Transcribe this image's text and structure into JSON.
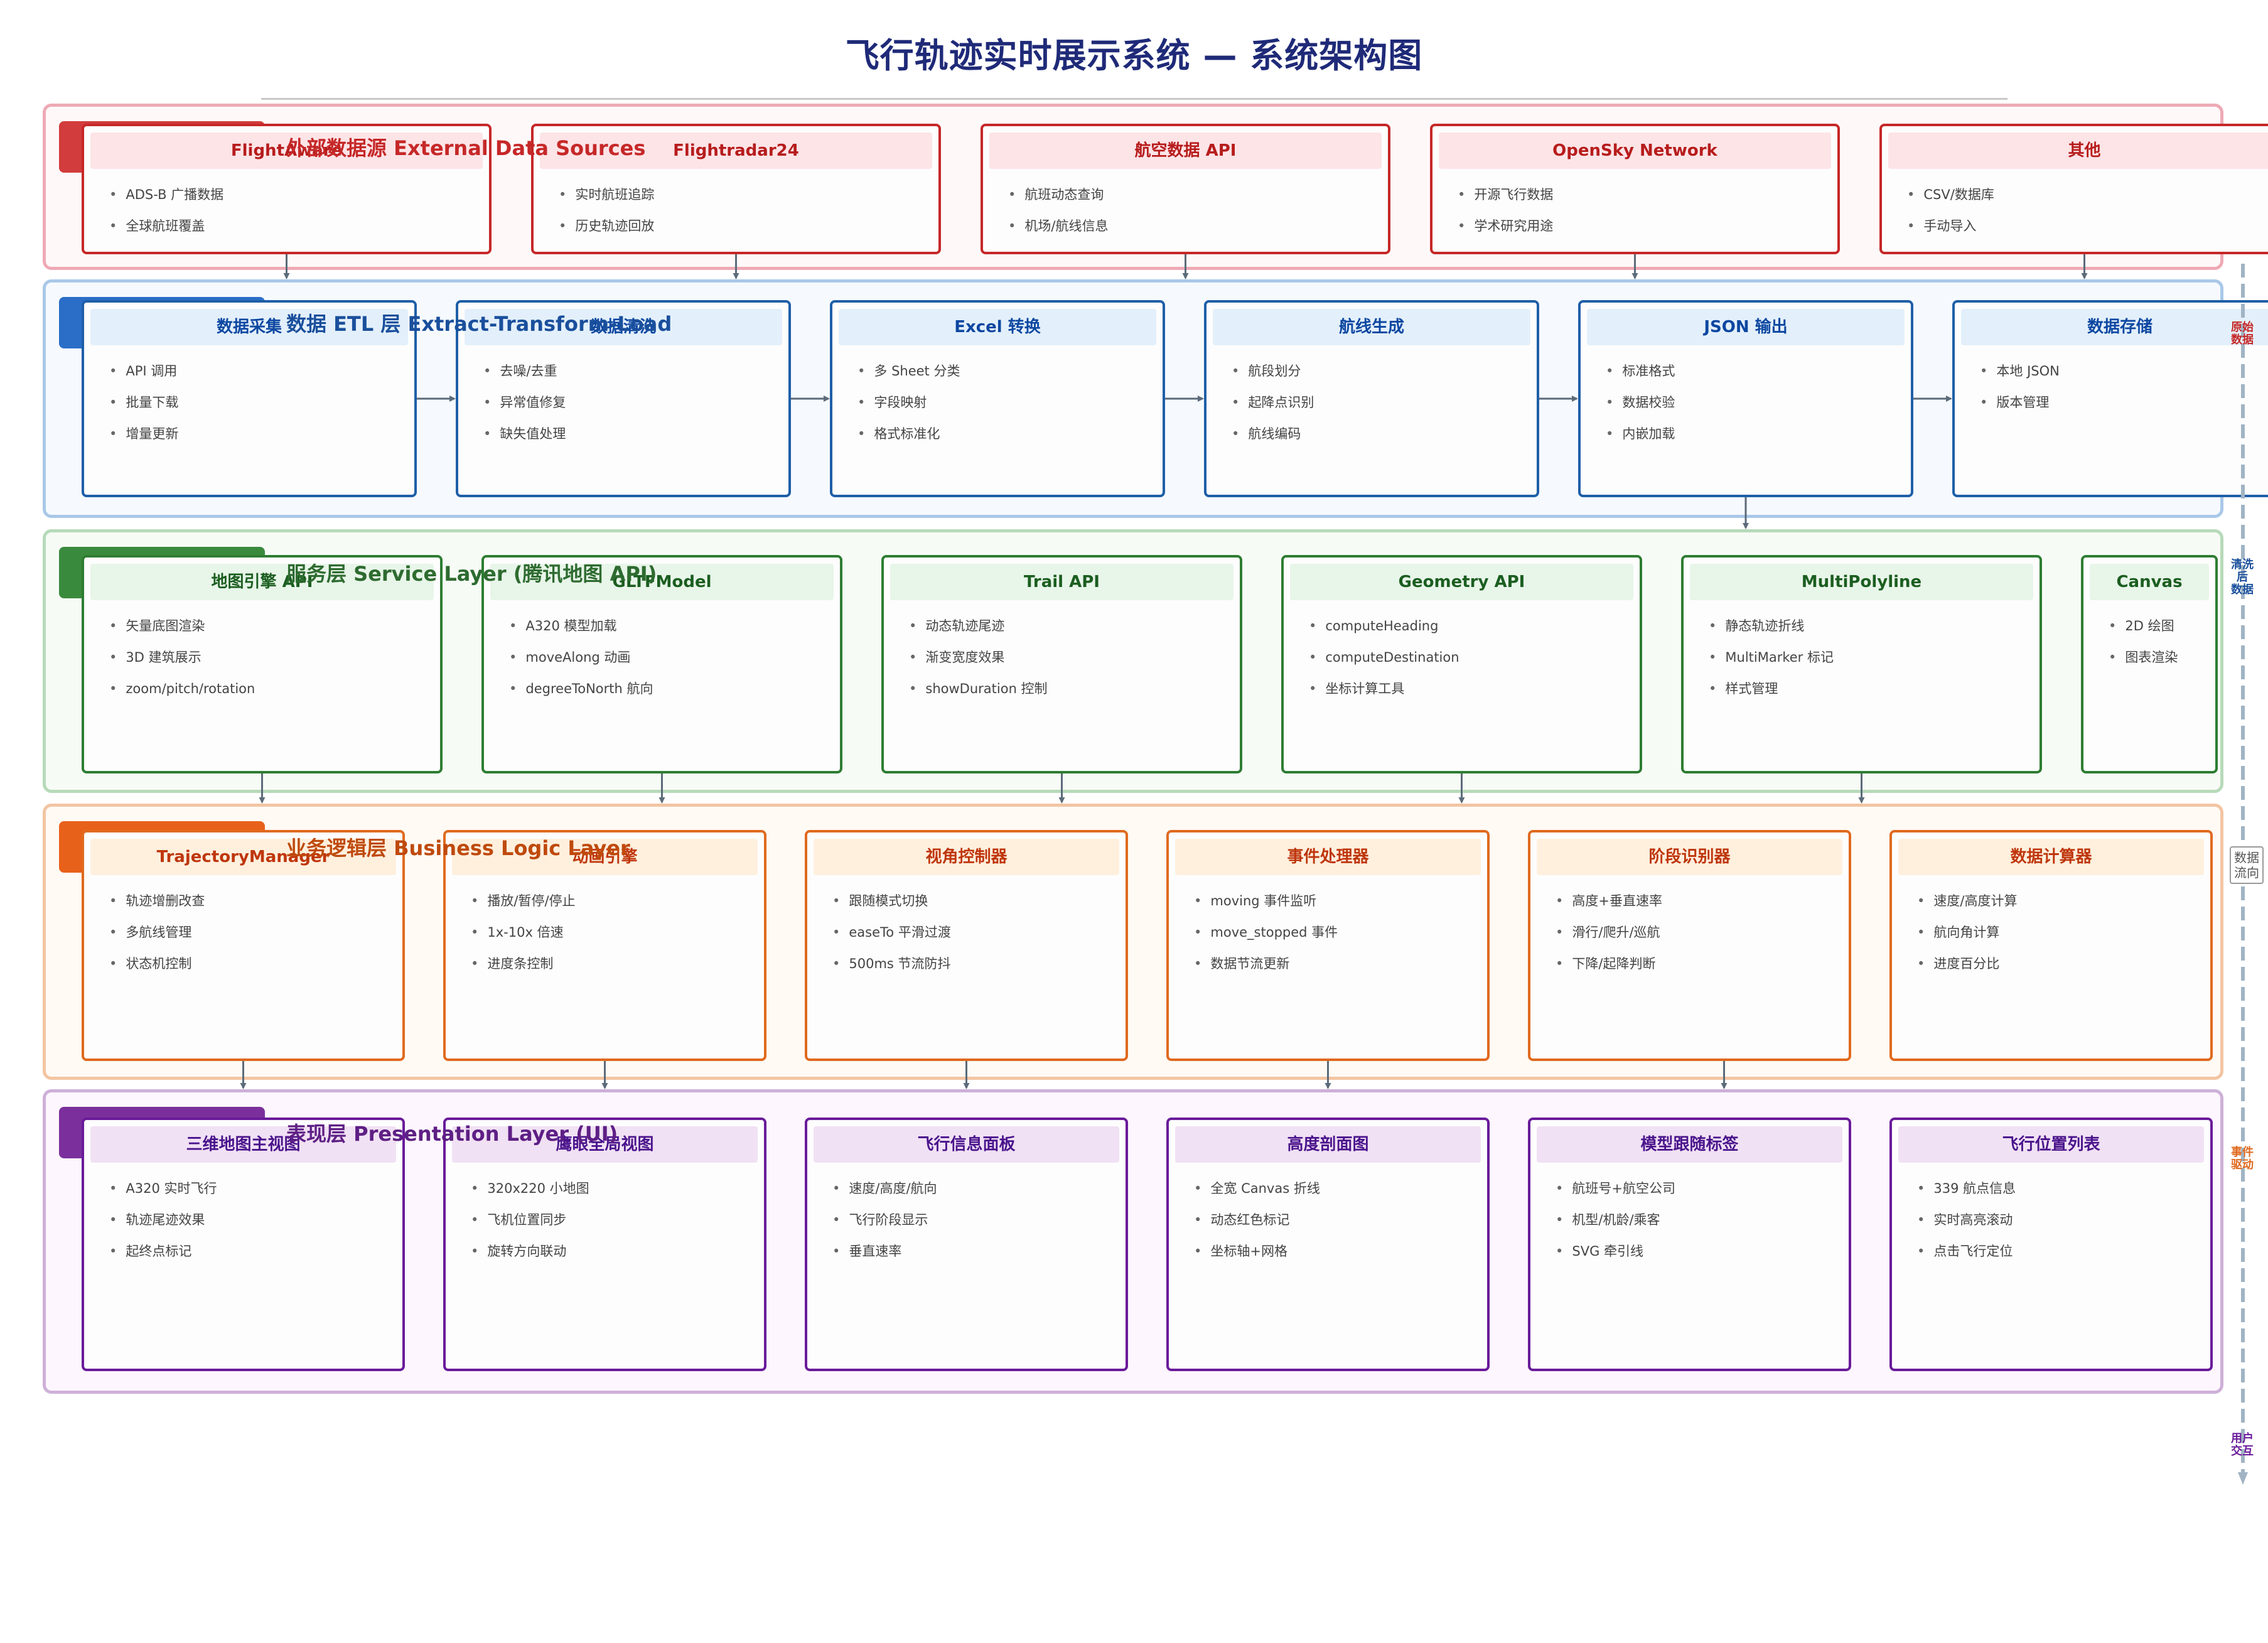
{
  "title": "飞行轨迹实时展示系统 — 系统架构图",
  "colors": {
    "title": "#1f2a78",
    "arrow": "#5c6b7a",
    "flow_line": "#a0b4c4"
  },
  "layers": [
    {
      "code": "L1",
      "title": "外部数据源  External Data Sources",
      "colors": {
        "border": "#eeaab5",
        "bg": "#fff8f9",
        "tab": "#d23c3c",
        "title": "#c62828",
        "box_border": "#c62828",
        "box_head": "#fde4e7",
        "box_text": "#b71c1c"
      },
      "boxes": [
        {
          "title": "FlightAware",
          "items": [
            "ADS-B 广播数据",
            "全球航班覆盖"
          ]
        },
        {
          "title": "Flightradar24",
          "items": [
            "实时航班追踪",
            "历史轨迹回放"
          ]
        },
        {
          "title": "航空数据 API",
          "items": [
            "航班动态查询",
            "机场/航线信息"
          ]
        },
        {
          "title": "OpenSky Network",
          "items": [
            "开源飞行数据",
            "学术研究用途"
          ]
        },
        {
          "title": "其他",
          "items": [
            "CSV/数据库",
            "手动导入"
          ]
        }
      ]
    },
    {
      "code": "L2",
      "title": "数据 ETL 层  Extract-Transform-Load",
      "colors": {
        "border": "#a9c8e8",
        "bg": "#f6faff",
        "tab": "#2a6ec8",
        "title": "#1a4f9c",
        "box_border": "#1f5fa8",
        "box_head": "#e3f0fb",
        "box_text": "#0d47a1"
      },
      "boxes": [
        {
          "title": "数据采集",
          "items": [
            "API 调用",
            "批量下载",
            "增量更新"
          ]
        },
        {
          "title": "数据清洗",
          "items": [
            "去噪/去重",
            "异常值修复",
            "缺失值处理"
          ]
        },
        {
          "title": "Excel 转换",
          "items": [
            "多 Sheet 分类",
            "字段映射",
            "格式标准化"
          ]
        },
        {
          "title": "航线生成",
          "items": [
            "航段划分",
            "起降点识别",
            "航线编码"
          ]
        },
        {
          "title": "JSON 输出",
          "items": [
            "标准格式",
            "数据校验",
            "内嵌加载"
          ]
        },
        {
          "title": "数据存储",
          "items": [
            "本地 JSON",
            "版本管理"
          ]
        }
      ]
    },
    {
      "code": "L3",
      "title": "服务层  Service Layer (腾讯地图 API)",
      "colors": {
        "border": "#b7dab9",
        "bg": "#f7fbf6",
        "tab": "#3a8a3e",
        "title": "#2e6b30",
        "box_border": "#2e7d32",
        "box_head": "#e8f5e9",
        "box_text": "#1b5e20"
      },
      "boxes": [
        {
          "title": "地图引擎 API",
          "items": [
            "矢量底图渲染",
            "3D 建筑展示",
            "zoom/pitch/rotation"
          ]
        },
        {
          "title": "GLTFModel",
          "items": [
            "A320 模型加载",
            "moveAlong 动画",
            "degreeToNorth 航向"
          ]
        },
        {
          "title": "Trail API",
          "items": [
            "动态轨迹尾迹",
            "渐变宽度效果",
            "showDuration 控制"
          ]
        },
        {
          "title": "Geometry API",
          "items": [
            "computeHeading",
            "computeDestination",
            "坐标计算工具"
          ]
        },
        {
          "title": "MultiPolyline",
          "items": [
            "静态轨迹折线",
            "MultiMarker 标记",
            "样式管理"
          ]
        },
        {
          "title": "Canvas",
          "items": [
            "2D 绘图",
            "图表渲染"
          ]
        }
      ]
    },
    {
      "code": "L4",
      "title": "业务逻辑层  Business Logic Layer",
      "colors": {
        "border": "#f3c5a2",
        "bg": "#fffaf4",
        "tab": "#e8611a",
        "title": "#bf4a0c",
        "box_border": "#e06a1f",
        "box_head": "#fff0de",
        "box_text": "#bf360c"
      },
      "boxes": [
        {
          "title": "TrajectoryManager",
          "items": [
            "轨迹增删改查",
            "多航线管理",
            "状态机控制"
          ]
        },
        {
          "title": "动画引擎",
          "items": [
            "播放/暂停/停止",
            "1x-10x 倍速",
            "进度条控制"
          ]
        },
        {
          "title": "视角控制器",
          "items": [
            "跟随模式切换",
            "easeTo 平滑过渡",
            "500ms 节流防抖"
          ]
        },
        {
          "title": "事件处理器",
          "items": [
            "moving 事件监听",
            "move_stopped 事件",
            "数据节流更新"
          ]
        },
        {
          "title": "阶段识别器",
          "items": [
            "高度+垂直速率",
            "滑行/爬升/巡航",
            "下降/起降判断"
          ]
        },
        {
          "title": "数据计算器",
          "items": [
            "速度/高度计算",
            "航向角计算",
            "进度百分比"
          ]
        }
      ]
    },
    {
      "code": "L5",
      "title": "表现层  Presentation Layer (UI)",
      "colors": {
        "border": "#cdb0d8",
        "bg": "#fdf6fe",
        "tab": "#7b2f9c",
        "title": "#5e1f85",
        "box_border": "#6a1b9a",
        "box_head": "#f1e1f4",
        "box_text": "#4a148c"
      },
      "boxes": [
        {
          "title": "三维地图主视图",
          "items": [
            "A320 实时飞行",
            "轨迹尾迹效果",
            "起终点标记"
          ]
        },
        {
          "title": "鹰眼全局视图",
          "items": [
            "320x220 小地图",
            "飞机位置同步",
            "旋转方向联动"
          ]
        },
        {
          "title": "飞行信息面板",
          "items": [
            "速度/高度/航向",
            "飞行阶段显示",
            "垂直速率"
          ]
        },
        {
          "title": "高度剖面图",
          "items": [
            "全宽 Canvas 折线",
            "动态红色标记",
            "坐标轴+网格"
          ]
        },
        {
          "title": "模型跟随标签",
          "items": [
            "航班号+航空公司",
            "机型/机龄/乘客",
            "SVG 牵引线"
          ]
        },
        {
          "title": "飞行位置列表",
          "items": [
            "339 航点信息",
            "实时高亮滚动",
            "点击飞行定位"
          ]
        }
      ]
    }
  ],
  "side_flow": {
    "labels": [
      {
        "lines": [
          "原始",
          "数据"
        ],
        "color": "#c62828"
      },
      {
        "lines": [
          "清洗后",
          "数据"
        ],
        "color": "#1a4f9c"
      },
      {
        "lines": [
          "事件",
          "驱动"
        ],
        "color": "#e06a1f"
      },
      {
        "lines": [
          "用户",
          "交互"
        ],
        "color": "#6a1b9a"
      }
    ],
    "mid": [
      "数据",
      "流向"
    ]
  }
}
